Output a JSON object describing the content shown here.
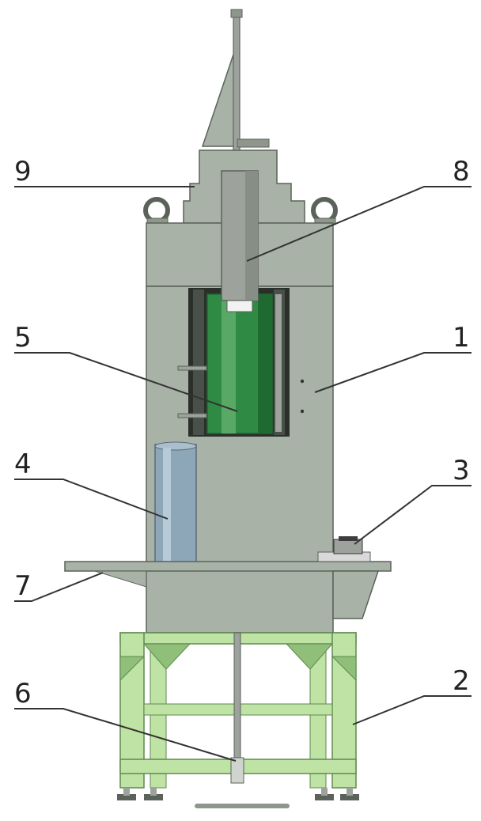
{
  "callouts": [
    {
      "id": "1",
      "label": "1"
    },
    {
      "id": "2",
      "label": "2"
    },
    {
      "id": "3",
      "label": "3"
    },
    {
      "id": "4",
      "label": "4"
    },
    {
      "id": "5",
      "label": "5"
    },
    {
      "id": "6",
      "label": "6"
    },
    {
      "id": "7",
      "label": "7"
    },
    {
      "id": "8",
      "label": "8"
    },
    {
      "id": "9",
      "label": "9"
    }
  ],
  "colors": {
    "frame_gray": "#a9b2a7",
    "frame_gray_dark": "#8f978d",
    "rod_gray": "#9da39c",
    "cylinder_green": "#2f8a44",
    "cylinder_green_dark": "#1f6a31",
    "stand_green": "#bfe3a4",
    "stand_green_dark": "#8fbf78",
    "billet_blue": "#8ea7b8",
    "cavity_dark": "#2a2f2a"
  }
}
